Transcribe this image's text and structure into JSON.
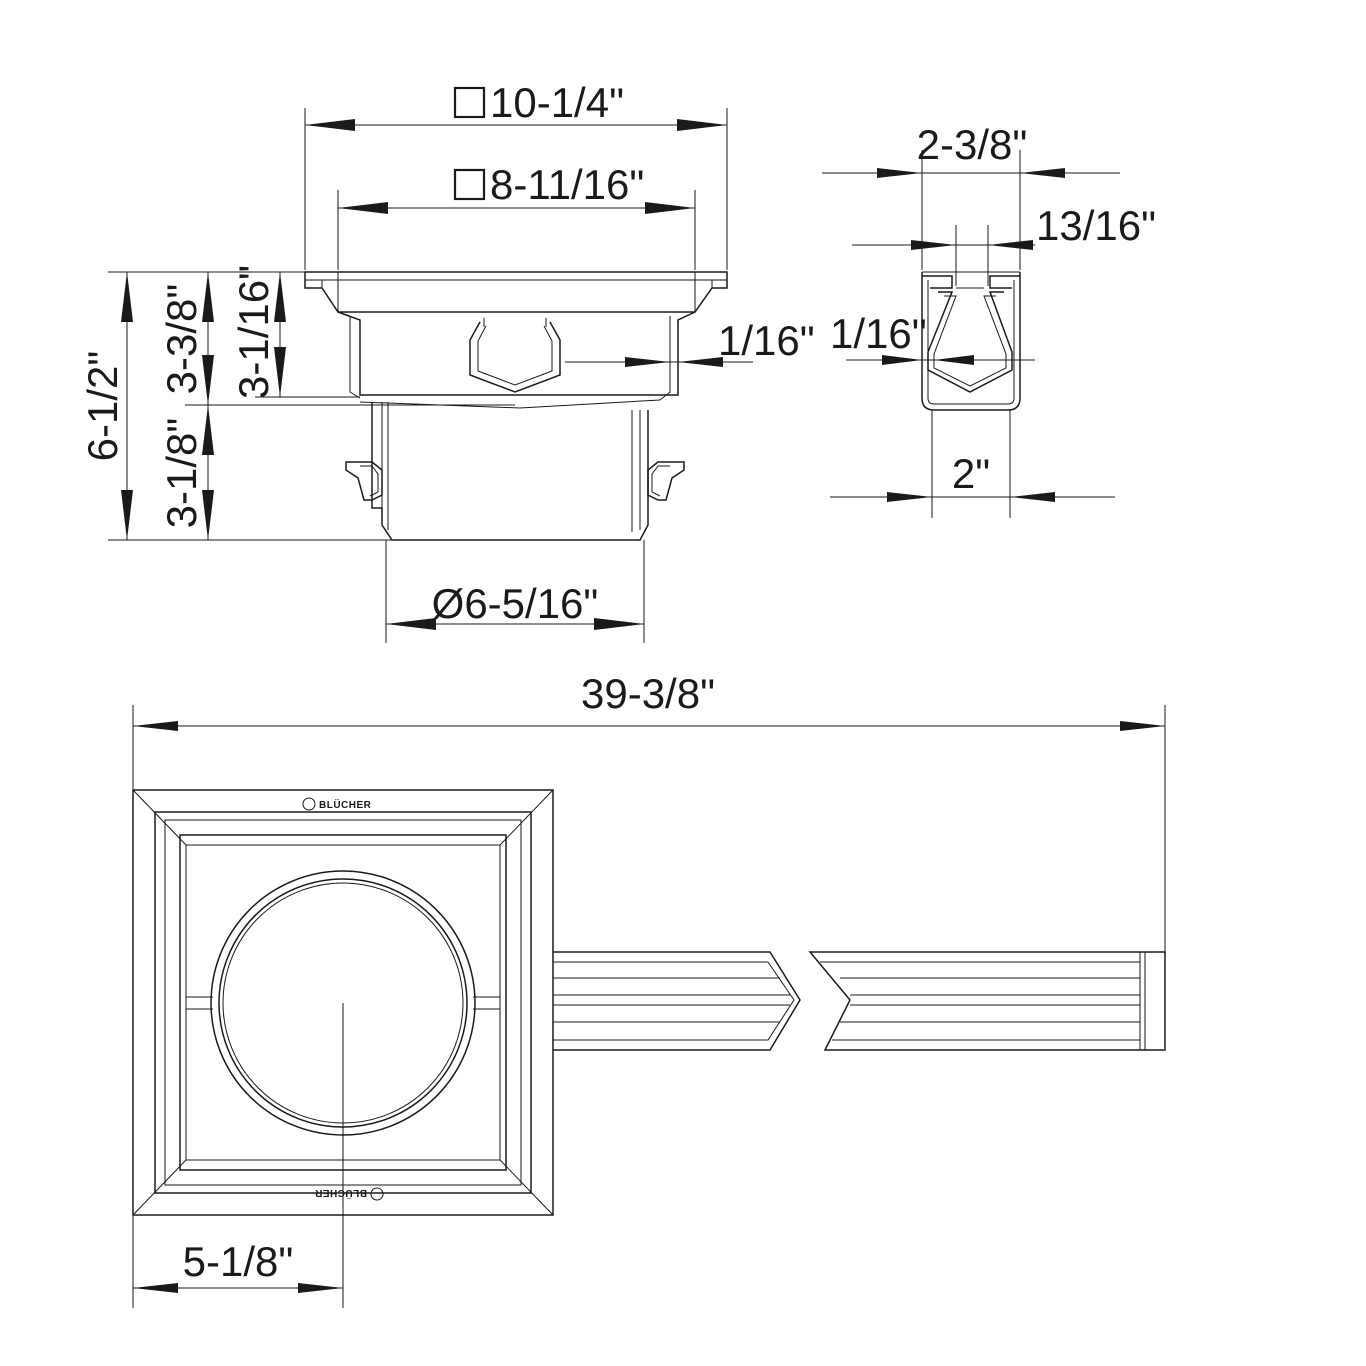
{
  "dimensions": {
    "side_outer_width": "10-1/4\"",
    "side_inner_width": "8-11/16\"",
    "total_height": "6-1/2\"",
    "upper_height": "3-3/8\"",
    "upper_height_inner": "3-1/16\"",
    "lower_height": "3-1/8\"",
    "outlet_diameter": "Ø6-5/16\"",
    "wall_offset_side": "1/16\"",
    "channel_outer_width": "2-3/8\"",
    "channel_slot_width": "13/16\"",
    "channel_wall_offset": "1/16\"",
    "channel_body_width": "2\"",
    "total_length": "39-3/8\"",
    "center_offset": "5-1/8\""
  },
  "branding": {
    "logo_top": "BLÜCHER",
    "logo_bottom": "BLÜCHER"
  }
}
